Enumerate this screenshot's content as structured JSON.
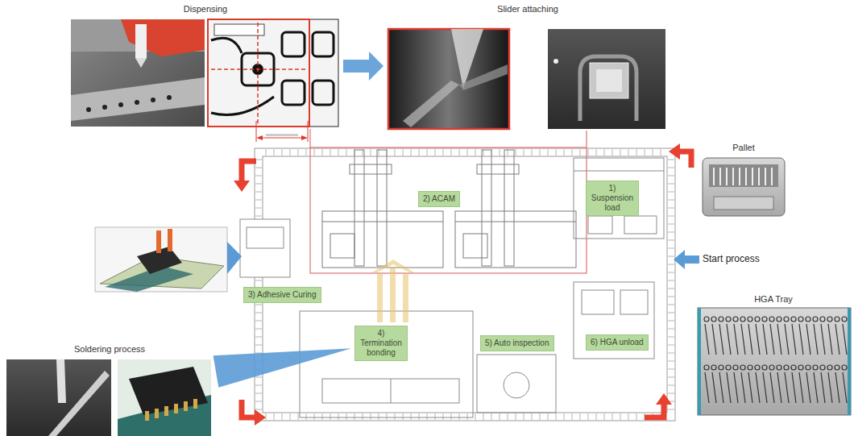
{
  "diagram": {
    "nodes": [
      {
        "text": [
          "Dispensing"
        ]
      },
      {
        "text": [
          "Slider attaching"
        ]
      },
      {
        "text": [
          "2) ACAM"
        ]
      },
      {
        "text": [
          "1) Suspension load"
        ]
      },
      {
        "text": [
          "3) Adhesive Curing"
        ]
      },
      {
        "text": [
          "4) Termination bonding"
        ]
      },
      {
        "text": [
          "5) Auto inspection"
        ]
      },
      {
        "text": [
          "6) HGA unload"
        ]
      },
      {
        "text": [
          "Pallet"
        ]
      },
      {
        "text": [
          "HGA Tray"
        ]
      },
      {
        "text": [
          "Soldering process"
        ]
      }
    ],
    "edges": [
      {
        "from": 0,
        "to": 1,
        "arrow": "to"
      },
      {
        "from": 10,
        "to": 5,
        "arrow": "none"
      }
    ],
    "labels": [
      "Start process"
    ]
  }
}
